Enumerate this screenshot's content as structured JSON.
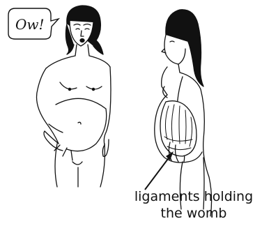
{
  "speech_bubble": {
    "text": "Ow!"
  },
  "callout": {
    "line1": "ligaments holding",
    "line2": "the womb"
  }
}
